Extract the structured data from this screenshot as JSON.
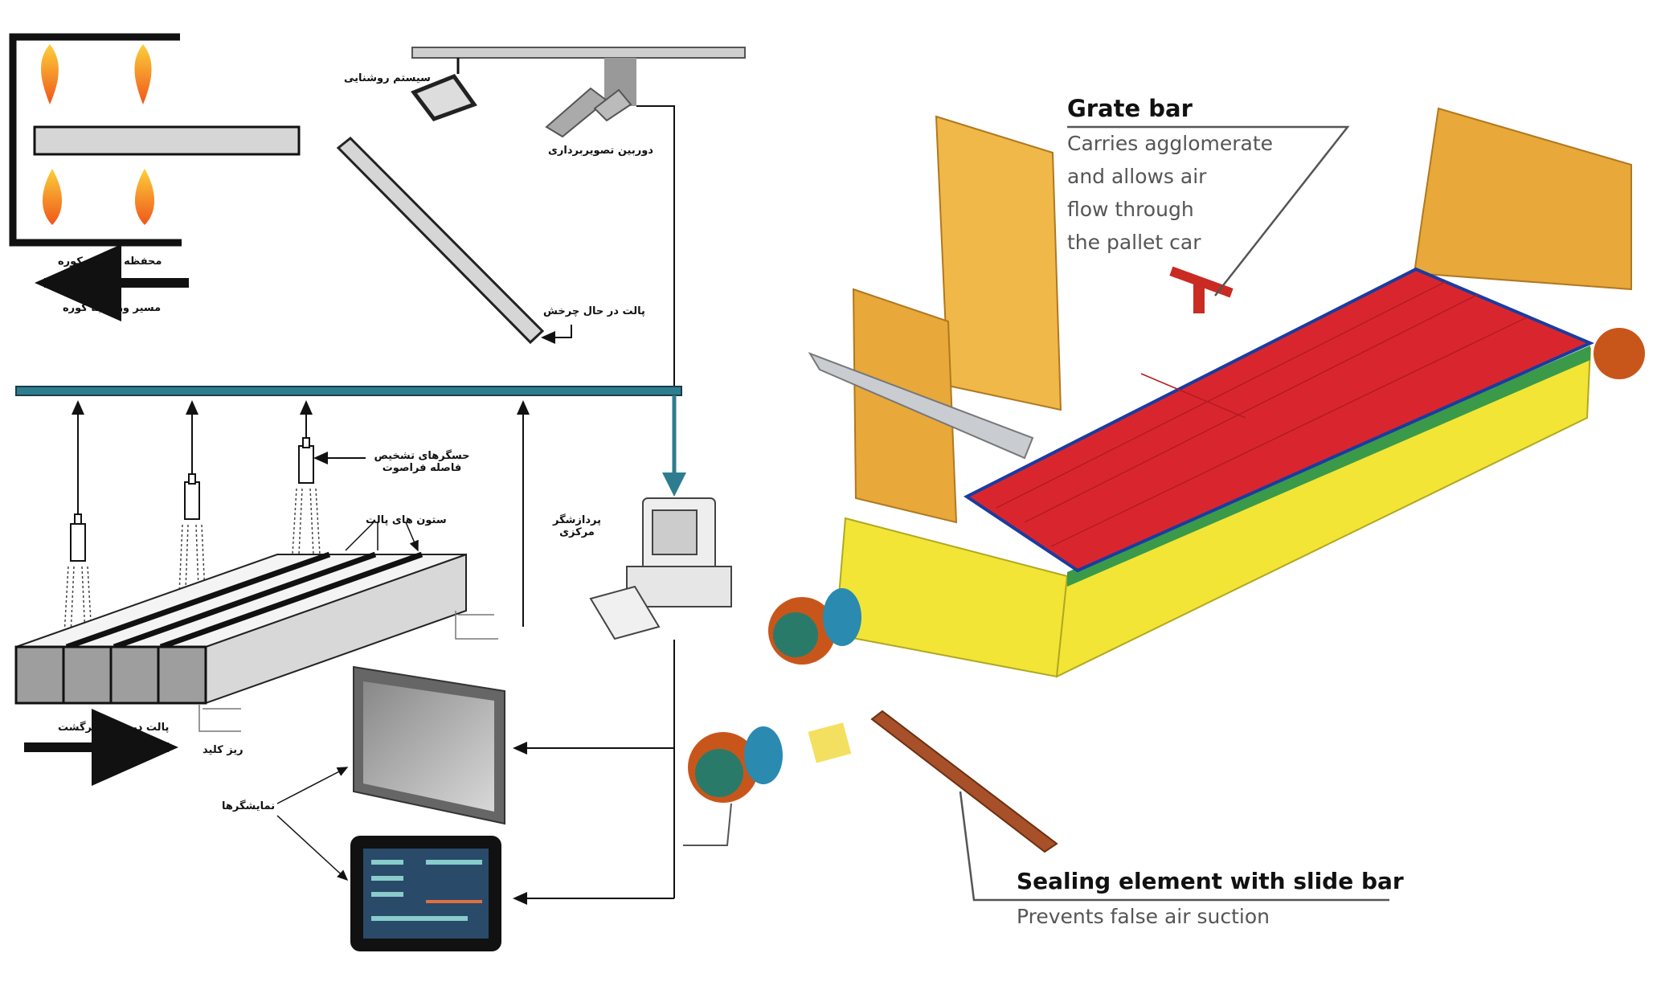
{
  "left_diagram": {
    "labels": {
      "lighting_system": "سیستم روشنایی",
      "imaging_camera": "دوربین تصویربرداری",
      "furnace_entry": "محفظه ورودی کوره",
      "path_to_furnace": "مسیر ورود به کوره",
      "rotating_pallet": "پالت در حال چرخش",
      "ultrasonic_sensors": "حسگرهای تشخیص فاصله فراصوت",
      "pallet_columns": "ستون های پالت",
      "central_processor": "پردازشگر مرکزی",
      "pallet_return_path": "پالت در مسیر برگشت",
      "micro_switch": "ریز کلید",
      "displays": "نمایشگرها"
    },
    "colors": {
      "bus": "#2e7d8f",
      "flame": "#f26a1b"
    }
  },
  "right_diagram": {
    "grate_bar": {
      "title": "Grate bar",
      "desc": [
        "Carries agglomerate",
        "and allows air",
        "flow through",
        "the pallet car"
      ]
    },
    "sealing_element": {
      "title": "Sealing element with slide bar",
      "desc": "Prevents false air suction"
    },
    "colors": {
      "grate": "#d9262e",
      "body": "#f2e536",
      "walls": "#e8a83a",
      "seal_strip": "#3a9a4a"
    }
  }
}
